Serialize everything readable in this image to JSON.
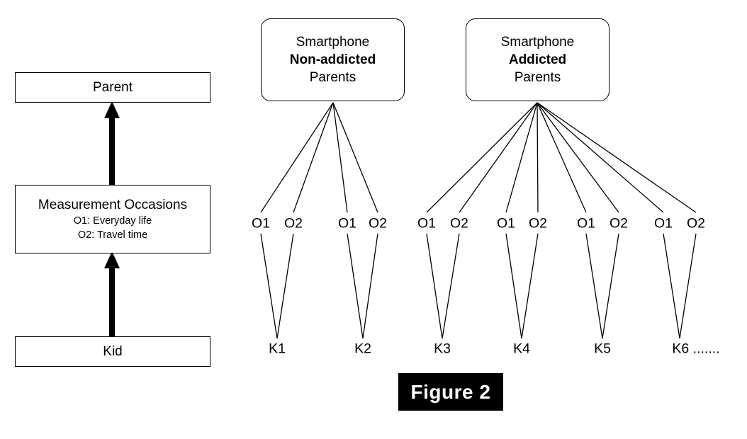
{
  "left_panel": {
    "levels": [
      {
        "name": "parent",
        "title": "Parent",
        "sublines": []
      },
      {
        "name": "measurement-occasions",
        "title": "Measurement Occasions",
        "sublines": [
          "O1: Everyday life",
          "O2: Travel time"
        ]
      },
      {
        "name": "kid",
        "title": "Kid",
        "sublines": []
      }
    ],
    "arrow_color": "#000000"
  },
  "groups": [
    {
      "id": "non-addicted",
      "line1": "Smartphone",
      "line2": "Non-addicted",
      "line3": "Parents",
      "kids": [
        "K1",
        "K2"
      ],
      "occasions": [
        "O1",
        "O2"
      ]
    },
    {
      "id": "addicted",
      "line1": "Smartphone",
      "line2": "Addicted",
      "line3": "Parents",
      "kids": [
        "K3",
        "K4",
        "K5",
        "K6 ......."
      ],
      "occasions": [
        "O1",
        "O2"
      ]
    }
  ],
  "occasion_labels": [
    "O1",
    "O2",
    "O1",
    "O2",
    "O1",
    "O2",
    "O1",
    "O2",
    "O1",
    "O2",
    "O1",
    "O2"
  ],
  "kid_labels": [
    "K1",
    "K2",
    "K3",
    "K4",
    "K5",
    "K6 ......."
  ],
  "caption": {
    "text": "Figure 2",
    "background": "#000000",
    "color": "#ffffff"
  },
  "diagram_meta": {
    "line_color": "#000000",
    "background": "#ffffff"
  }
}
